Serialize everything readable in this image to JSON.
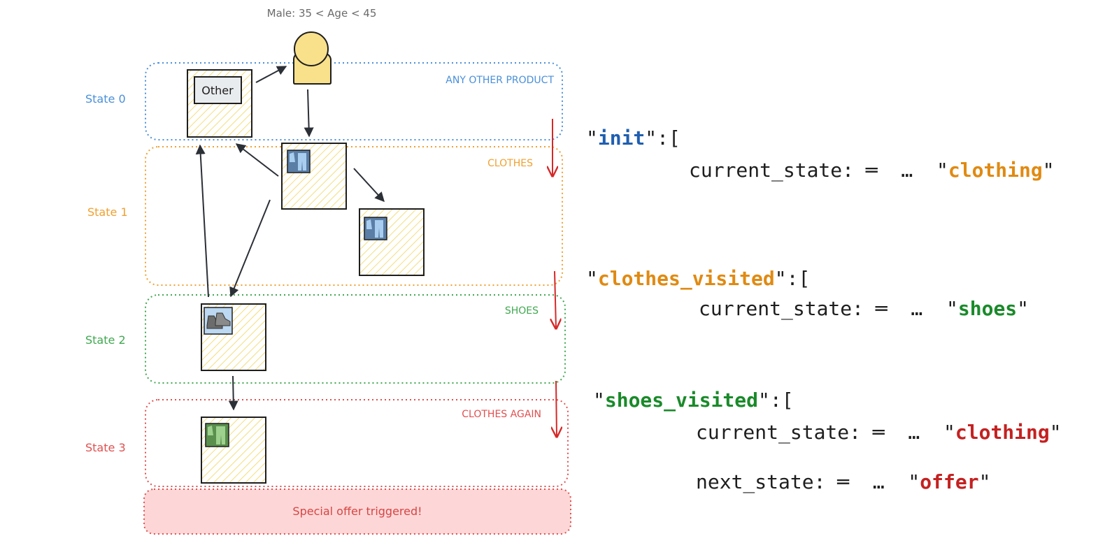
{
  "colors": {
    "state0": "#4a90d9",
    "state1": "#f0a030",
    "state2": "#40a850",
    "state3": "#e05050",
    "offer_fill": "#fdd7d7",
    "card_hatch": "#f7e27a",
    "user_fill": "#f9e08b",
    "arrow": "#2b2f36",
    "red_arrow": "#d62828",
    "code_blue": "#1f5fb0",
    "code_orange": "#e08a12",
    "code_green": "#1a8a2a",
    "code_red": "#c42121"
  },
  "user": {
    "label": "Male: 35 < Age < 45",
    "icon": "person-icon"
  },
  "states": [
    {
      "label": "State 0",
      "region_label": "ANY OTHER PRODUCT"
    },
    {
      "label": "State 1",
      "region_label": "CLOTHES"
    },
    {
      "label": "State 2",
      "region_label": "SHOES"
    },
    {
      "label": "State 3",
      "region_label": "CLOTHES AGAIN"
    }
  ],
  "products": {
    "other_label": "Other",
    "icons": [
      "clothes-icon",
      "clothes-icon",
      "shoes-icon",
      "clothes-icon"
    ]
  },
  "offer": {
    "label": "Special offer triggered!"
  },
  "code": {
    "block_init": {
      "key": "init",
      "open": "\":[",
      "line": "current_state: ═  …  \"",
      "value": "clothing",
      "close": "\""
    },
    "block_clothes": {
      "key": "clothes_visited",
      "open": "\":[",
      "line": "current_state: ═  …  \"",
      "value": "shoes",
      "close": "\""
    },
    "block_shoes": {
      "key": "shoes_visited",
      "open": "\":[",
      "line": "current_state: ═  …  \"",
      "value": "clothing",
      "close": "\"",
      "line2": "next_state: ═  …  \"",
      "value2": "offer",
      "close2": "\""
    },
    "quote": "\""
  }
}
